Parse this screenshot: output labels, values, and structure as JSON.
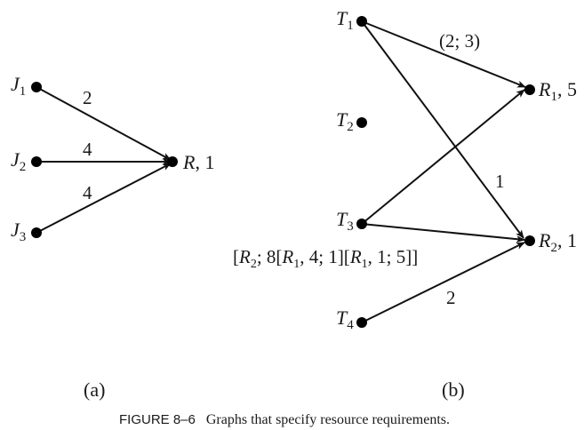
{
  "panel_a": {
    "label": "(a)",
    "nodes": {
      "j1": {
        "name": "J",
        "sub": "1"
      },
      "j2": {
        "name": "J",
        "sub": "2"
      },
      "j3": {
        "name": "J",
        "sub": "3"
      },
      "r": {
        "name": "R",
        "suffix": ", 1"
      }
    },
    "edges": {
      "j1_r": {
        "label": "2"
      },
      "j2_r": {
        "label": "4"
      },
      "j3_r": {
        "label": "4"
      }
    }
  },
  "panel_b": {
    "label": "(b)",
    "nodes": {
      "t1": {
        "name": "T",
        "sub": "1"
      },
      "t2": {
        "name": "T",
        "sub": "2"
      },
      "t3": {
        "name": "T",
        "sub": "3"
      },
      "t4": {
        "name": "T",
        "sub": "4"
      },
      "r1": {
        "name": "R",
        "sub": "1",
        "suffix": ", 5"
      },
      "r2": {
        "name": "R",
        "sub": "2",
        "suffix": ", 1"
      }
    },
    "edges": {
      "t1_r1": {
        "label": "(2; 3)"
      },
      "t1_r2": {
        "label": "1"
      },
      "t3_r1": {
        "label": ""
      },
      "t3_r2": {
        "label_parts": {
          "p1": "[",
          "p2": "R",
          "p3": "2",
          "p4": "; 8[",
          "p5": "R",
          "p6": "1",
          "p7": ", 4; 1][",
          "p8": "R",
          "p9": "1",
          "p10": ", 1; 5]]"
        }
      },
      "t4_r2": {
        "label": "2"
      }
    }
  },
  "caption": {
    "figure": "FIGURE 8–6",
    "text": "Graphs that specify resource requirements."
  }
}
